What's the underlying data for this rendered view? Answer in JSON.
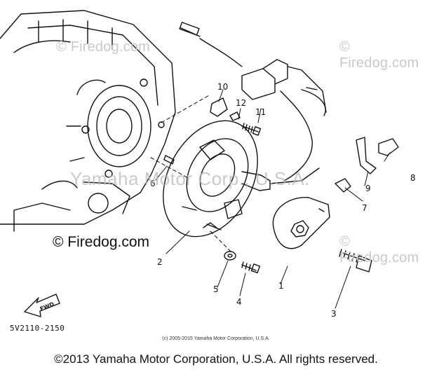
{
  "watermarks": {
    "top_left": "© Firedog.com",
    "top_right": "© Firedog.com",
    "middle_left": "© Firedog.com",
    "middle_right": "© Firedog.com",
    "center_faint": "Yamaha Motor Corp., U.S.A."
  },
  "diagram_code": "5V2110-2150",
  "small_copyright": "(c) 2005-2015 Yamaha Motor Corporation, U.S.A.",
  "copyright": "©2013 Yamaha Motor Corporation, U.S.A. All rights reserved.",
  "front_arrow_label": "FWD",
  "parts": {
    "p1": "1",
    "p2": "2",
    "p3": "3",
    "p4": "4",
    "p5": "5",
    "p6": "6",
    "p7": "7",
    "p8": "8",
    "p9": "9",
    "p10": "10",
    "p11": "11",
    "p12": "12"
  }
}
